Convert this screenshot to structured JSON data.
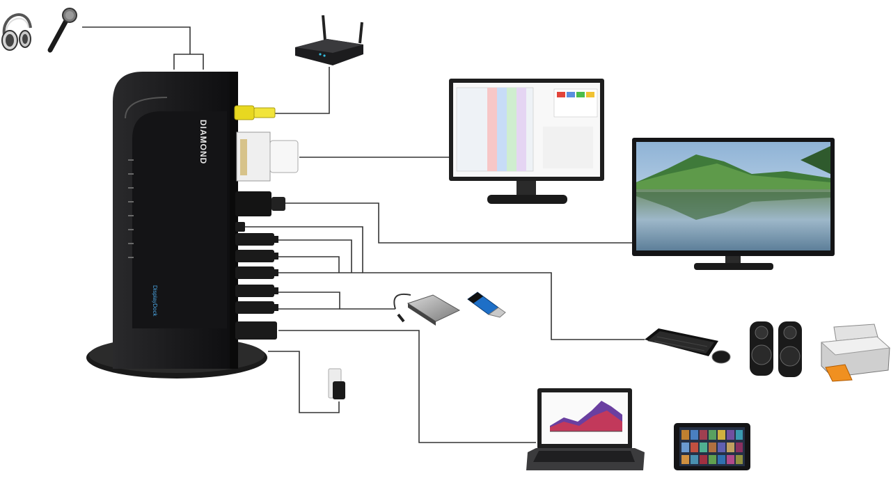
{
  "dock": {
    "brand": "DIAMOND",
    "label_tag": "DisplayDock"
  },
  "colors": {
    "dock_body": "#1f1f21",
    "cable": "#333333",
    "rca_yellow": "#e8d820",
    "screen_sky": "#b9d3e8",
    "mountain": "#3f7a3a",
    "chart_purple": "#6a3fa0",
    "chart_red": "#d8384a"
  },
  "devices": [
    {
      "id": "headphones",
      "icon": "headphones-icon"
    },
    {
      "id": "microphone",
      "icon": "microphone-icon"
    },
    {
      "id": "router",
      "icon": "router-icon"
    },
    {
      "id": "monitor",
      "icon": "monitor-icon"
    },
    {
      "id": "tv",
      "icon": "tv-icon"
    },
    {
      "id": "external-hdd",
      "icon": "hard-drive-icon"
    },
    {
      "id": "usb-stick",
      "icon": "usb-stick-icon"
    },
    {
      "id": "keyboard-mouse",
      "icon": "keyboard-icon"
    },
    {
      "id": "speakers",
      "icon": "speaker-icon"
    },
    {
      "id": "printer",
      "icon": "printer-icon"
    },
    {
      "id": "power-adapter",
      "icon": "power-plug-icon"
    },
    {
      "id": "laptop",
      "icon": "laptop-icon"
    },
    {
      "id": "tablet",
      "icon": "tablet-icon"
    }
  ]
}
